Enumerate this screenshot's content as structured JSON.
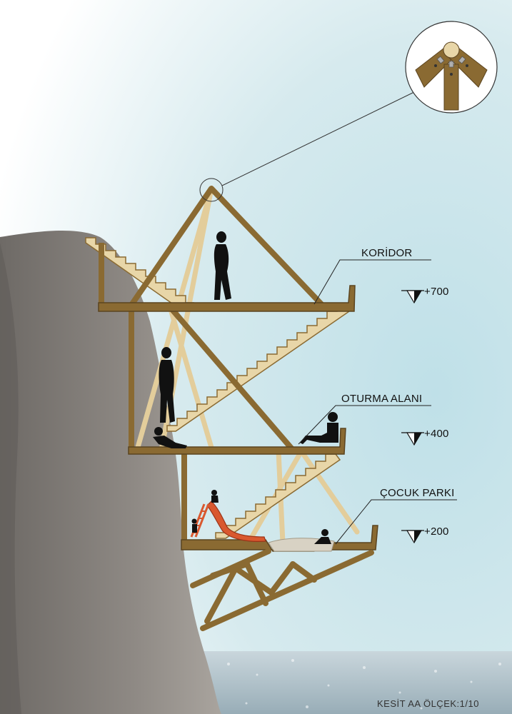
{
  "labels": {
    "koridor": "KORİDOR",
    "oturma_alani": "OTURMA ALANI",
    "cocuk_parki": "ÇOCUK PARKI"
  },
  "levels": {
    "top": "+700",
    "middle": "+400",
    "bottom": "+200"
  },
  "caption": "KESİT AA  ÖLÇEK:1/10",
  "colors": {
    "sky": "#cfe6ea",
    "rock": "#8b8680",
    "wood": "#8a6a32",
    "light_wood": "#e3cd9b",
    "slide": "#d9582f",
    "sand": "#d8d2c4",
    "water": "#b9c9d0",
    "figure": "#111111"
  }
}
